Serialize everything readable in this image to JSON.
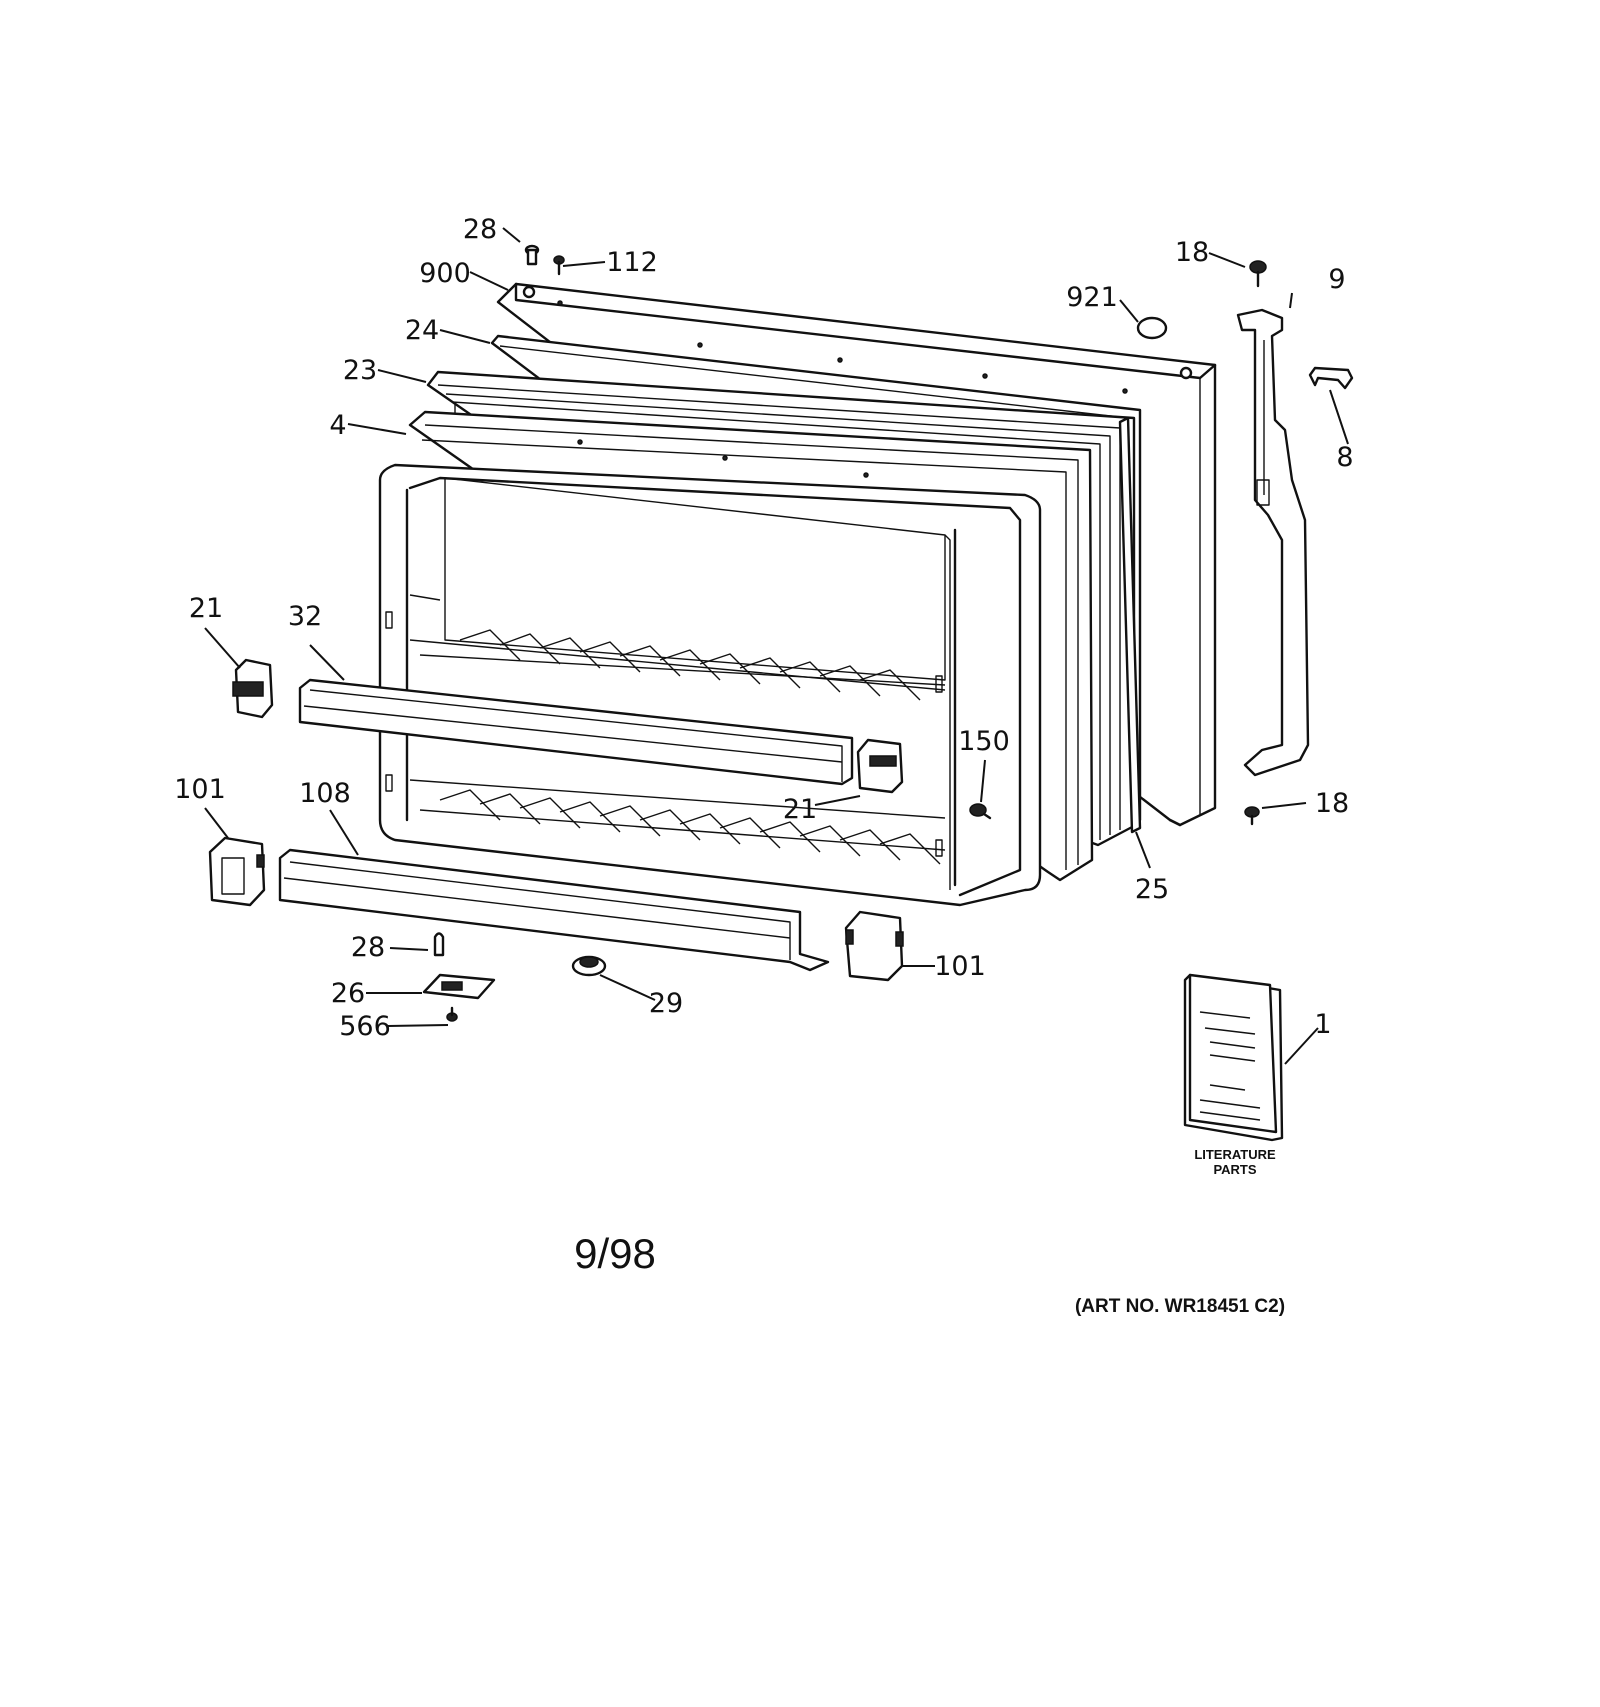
{
  "callouts": {
    "c28_top": "28",
    "c112": "112",
    "c900": "900",
    "c24": "24",
    "c23": "23",
    "c4": "4",
    "c921": "921",
    "c18_top": "18",
    "c9": "9",
    "c8": "8",
    "c21_left": "21",
    "c32": "32",
    "c150": "150",
    "c21_right": "21",
    "c18_bottom": "18",
    "c101_left": "101",
    "c108": "108",
    "c25": "25",
    "c28_bottom": "28",
    "c26": "26",
    "c566": "566",
    "c29": "29",
    "c101_right": "101",
    "c1": "1"
  },
  "literature": {
    "line1": "LITERATURE",
    "line2": "PARTS"
  },
  "date_code": "9/98",
  "art_number": "(ART NO. WR18451 C2)"
}
